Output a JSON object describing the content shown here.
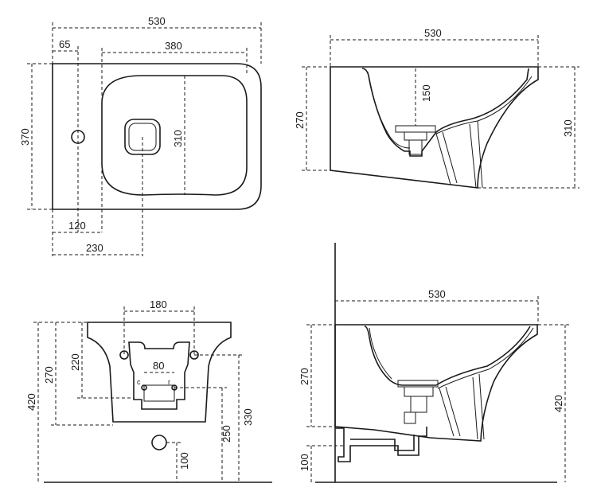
{
  "top_view": {
    "overall_width": "530",
    "hole_offset": "65",
    "bowl_width": "380",
    "overall_depth": "370",
    "bowl_depth": "310",
    "drain_x_front": "120",
    "drain_x_back": "230"
  },
  "side_view_top": {
    "width": "530",
    "bowl_depth": "150",
    "rim_height": "270",
    "total_height": "310"
  },
  "front_view": {
    "mount_spacing": "180",
    "connection_spacing": "80",
    "mount_height": "220",
    "rim_height": "270",
    "total_height": "420",
    "connection_height": "250",
    "mount_top": "330",
    "floor_offset": "100",
    "label_cold": "c",
    "label_hot": "r"
  },
  "side_view_bottom": {
    "width": "530",
    "rim_height": "270",
    "total_height": "420",
    "floor_offset": "100"
  }
}
